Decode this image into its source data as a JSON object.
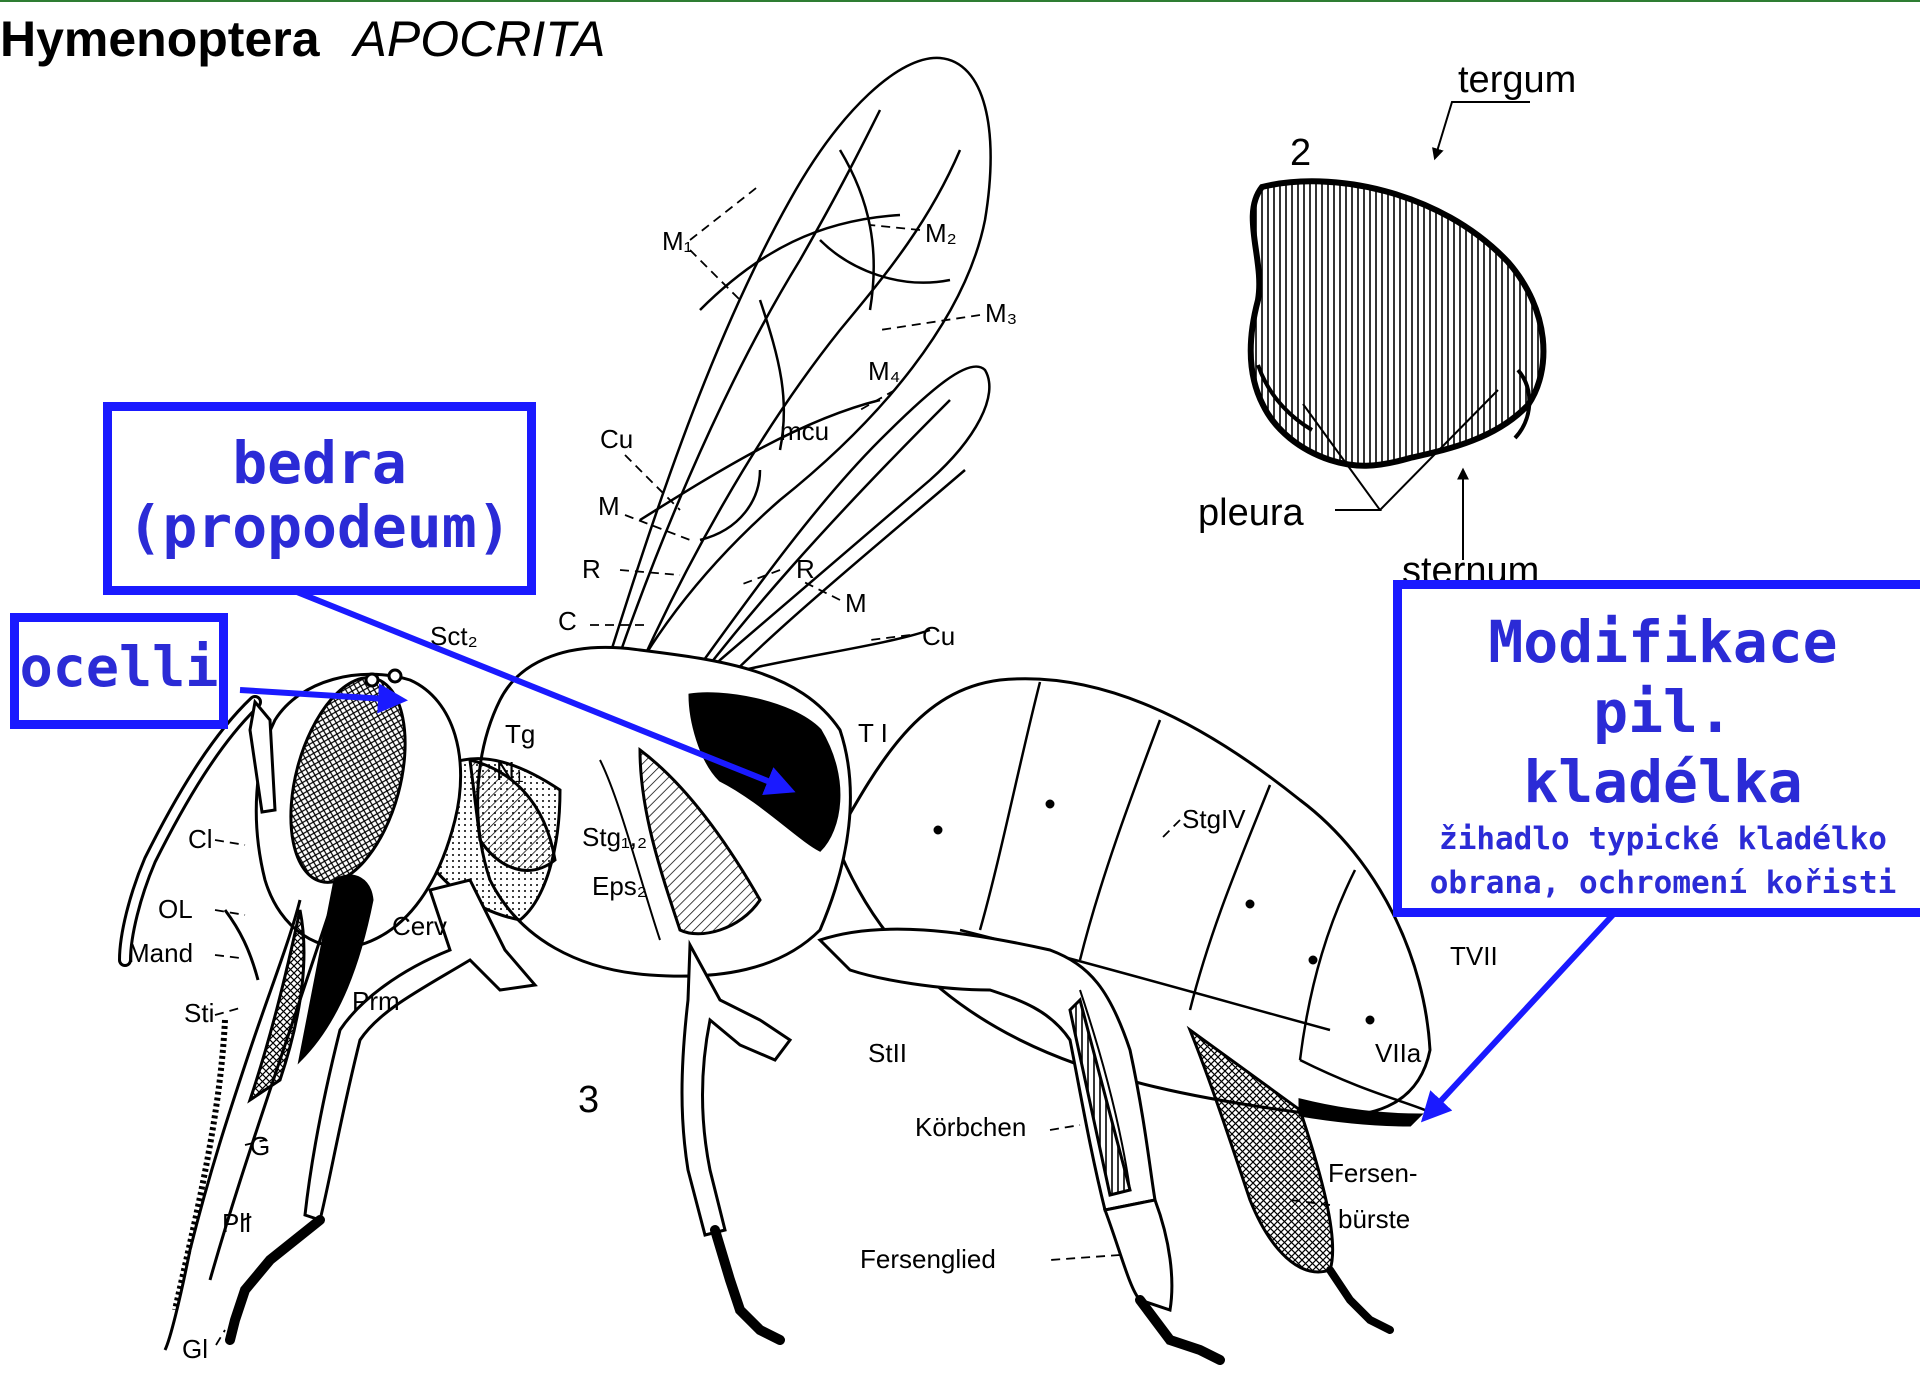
{
  "title": {
    "main": "Hymenoptera",
    "sub": "APOCRITA"
  },
  "boxes": {
    "bedra_line1": "bedra",
    "bedra_line2": "(propodeum)",
    "ocelli": "ocelli",
    "mod_line1": "Modifikace pil.",
    "mod_line2": "kladélka",
    "mod_line3": "žihadlo typické kladélko",
    "mod_line4": "obrana, ochromení kořisti"
  },
  "cross_section": {
    "number": "2",
    "tergum": "tergum",
    "pleura": "pleura",
    "sternum": "sternum"
  },
  "figure_number": "3",
  "labels": {
    "M1": "M₁",
    "M2": "M₂",
    "M3": "M₃",
    "M4": "M₄",
    "mcu": "mcu",
    "Cu": "Cu",
    "M": "M",
    "R": "R",
    "C": "C",
    "R_hind": "R",
    "M_hind": "M",
    "Cu_hind": "Cu",
    "Sct2": "Sct₂",
    "Tg": "Tg",
    "N1": "N₁",
    "T1": "T I",
    "Stg12": "Stg₁,₂",
    "Eps2": "Eps₂",
    "Cl": "Cl",
    "OL": "OL",
    "Mand": "Mand",
    "Sti": "Sti",
    "Prm": "Prm",
    "Cerv": "Cerv",
    "G": "G",
    "Pll": "Pll",
    "Gl": "Gl",
    "StgIV": "StgIV",
    "TVII": "TVII",
    "VIIa": "VIIa",
    "StII": "StII",
    "Korbchen": "Körbchen",
    "Fersen": "Fersen-",
    "burste": "bürste",
    "Fersenglied": "Fersenglied"
  },
  "colors": {
    "box_border": "#1a1aff",
    "box_text": "#2b2bd6",
    "arrow": "#1a1aff"
  }
}
